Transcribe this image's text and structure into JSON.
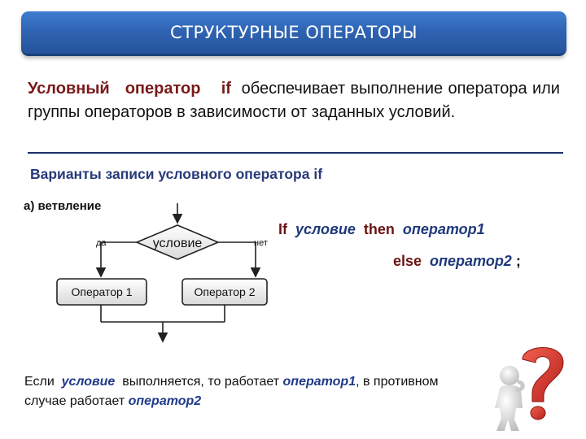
{
  "banner": {
    "title": "СТРУКТУРНЫЕ  ОПЕРАТОРЫ"
  },
  "intro": {
    "lead": "Условный   оператор    ",
    "keyword": "if",
    "rest": "  обеспечивает выполнение оператора или группы операторов в зависимости от заданных условий."
  },
  "subtitle": "Варианты записи условного оператора if",
  "branch_label": "а) ветвление",
  "flowchart": {
    "condition": "условие",
    "yes": "да",
    "no": "нет",
    "box1": "Оператор 1",
    "box2": "Оператор 2"
  },
  "code": {
    "if_kw": "If  ",
    "cond": "условие",
    "then_kw": "  then  ",
    "op1": "оператор1",
    "else_kw": "else  ",
    "op2": "оператор2",
    "semicolon": " ;"
  },
  "note": {
    "p1": "Если  ",
    "term1": "условие",
    "p2": "  выполняется, то работает ",
    "term2": "оператор1",
    "p3": ", в противном случае работает ",
    "term3": "оператор2"
  },
  "colors": {
    "banner": "#2f64b3",
    "keyword": "#7a1a1a",
    "term": "#1f3a8a",
    "question_mark": "#d8332a"
  },
  "icons": [
    "thinking-figure-with-question-mark"
  ]
}
